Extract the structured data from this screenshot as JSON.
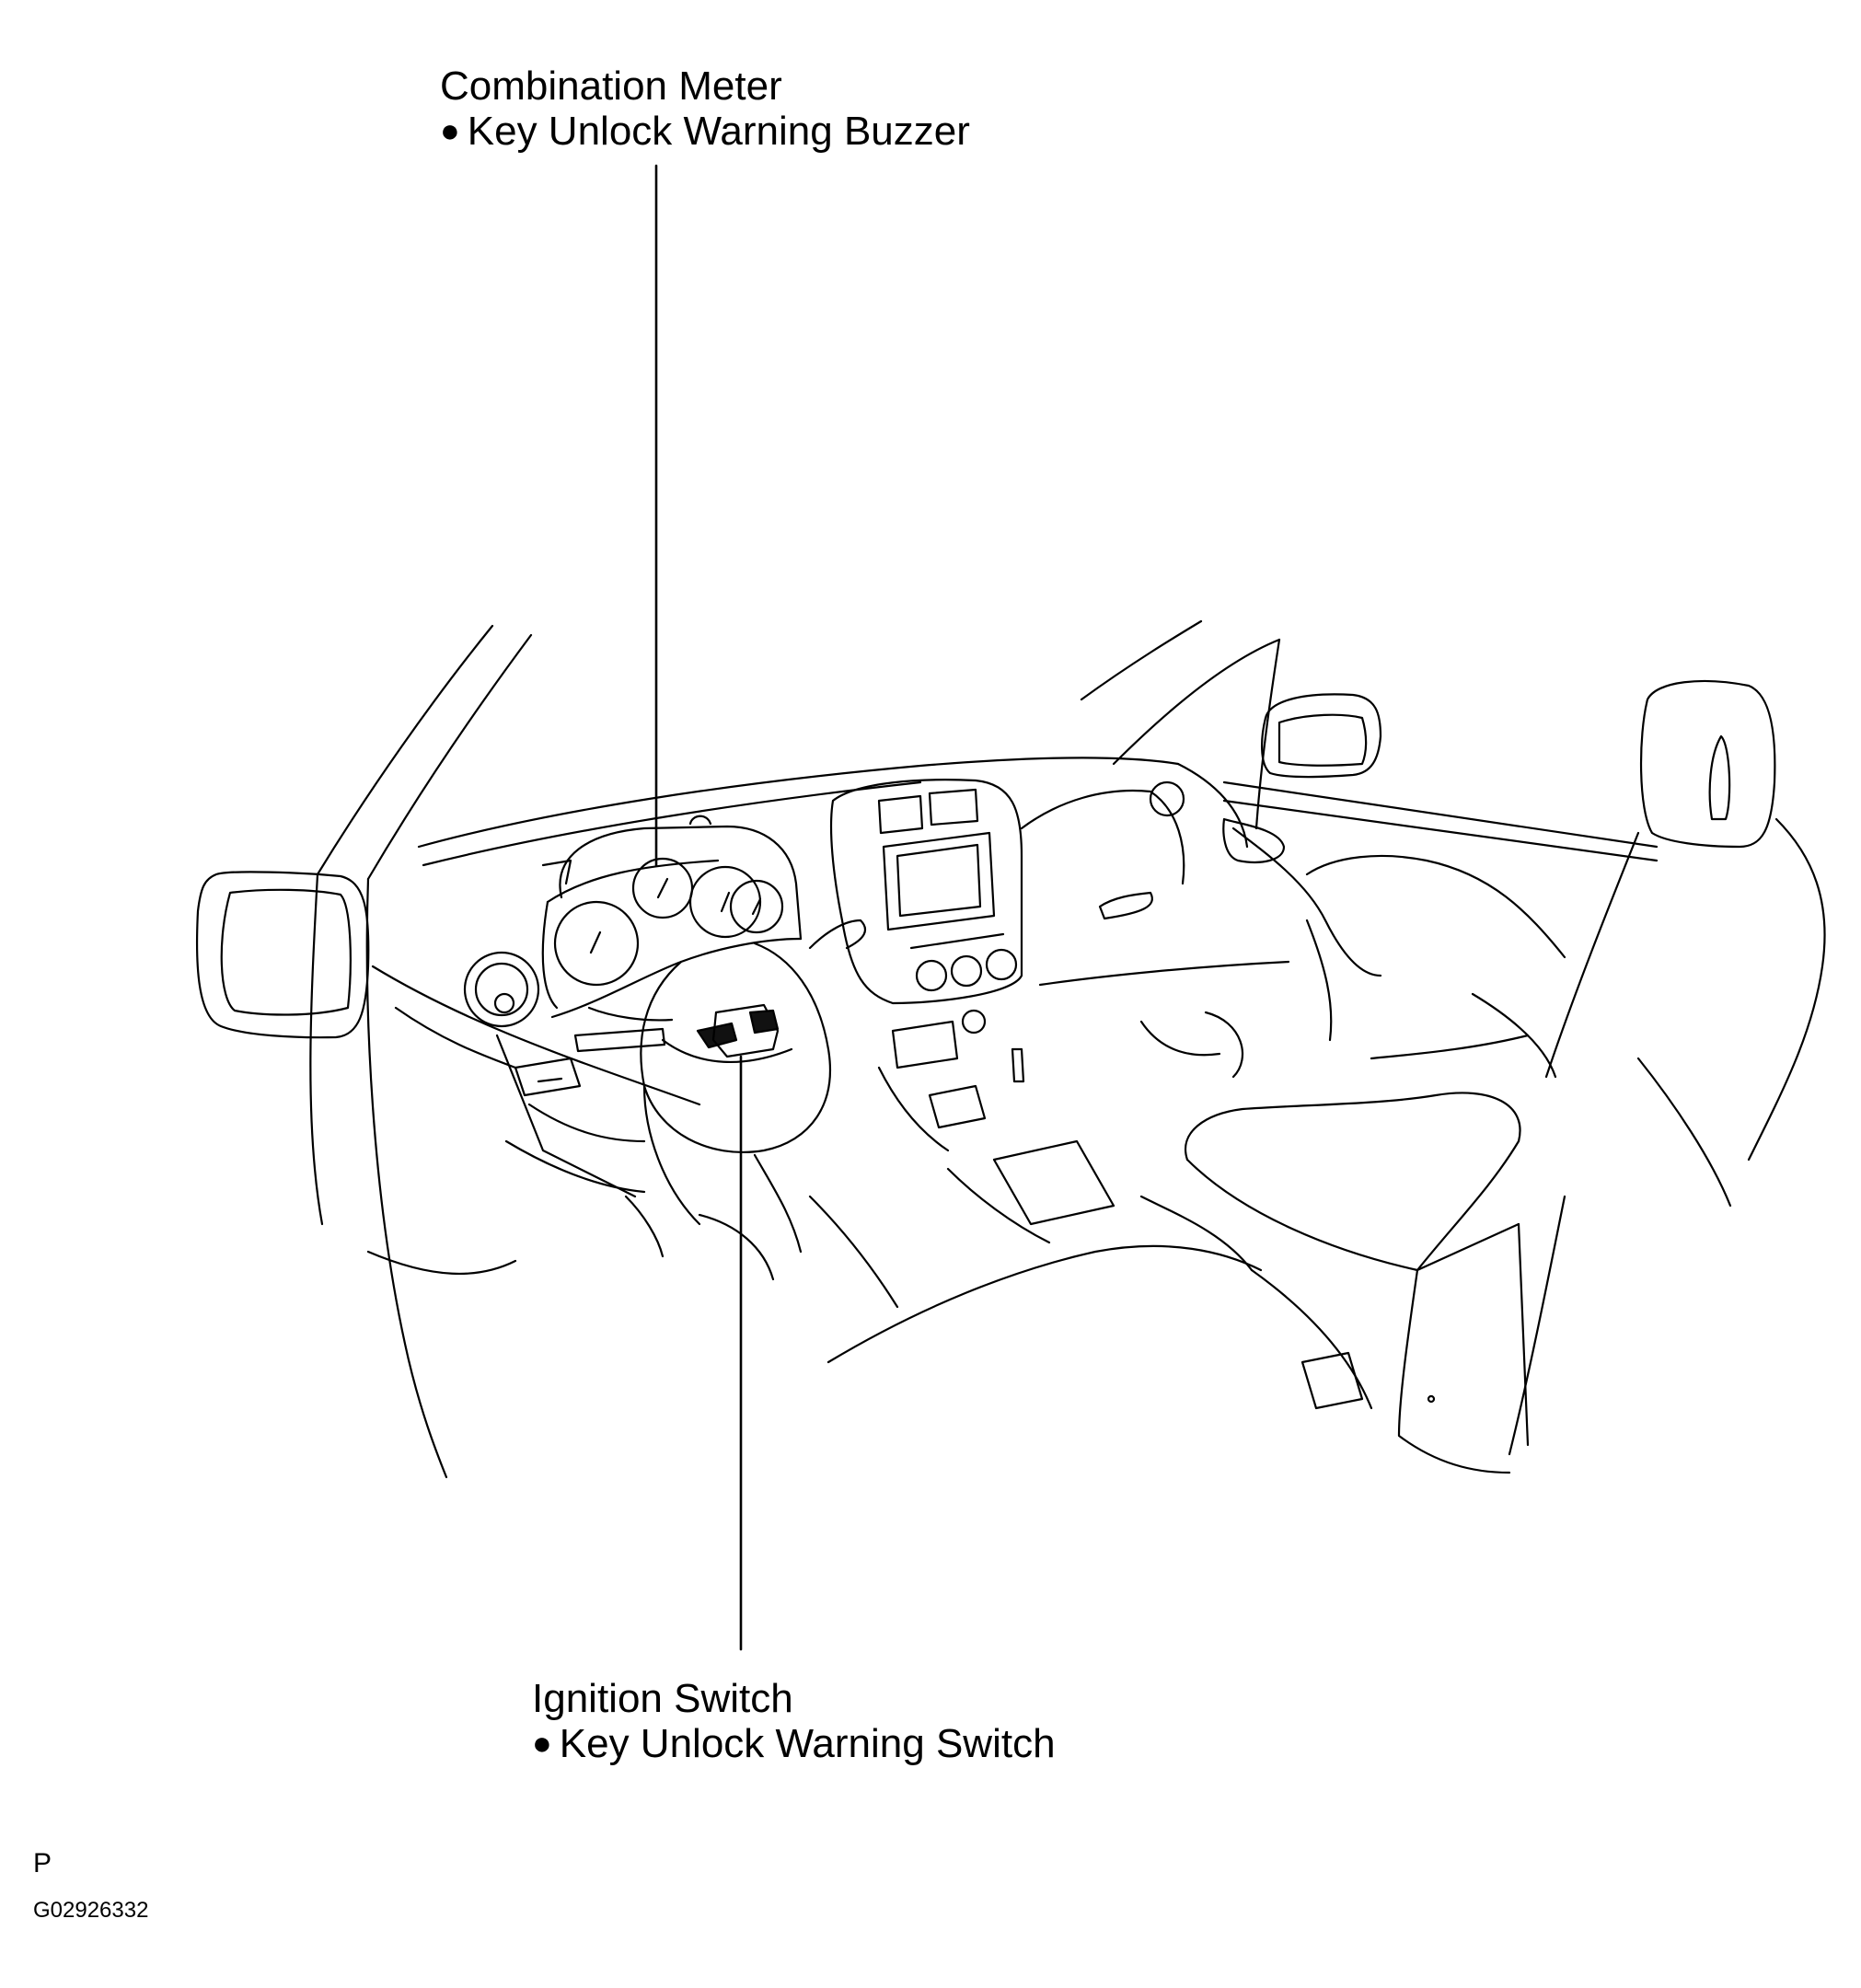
{
  "callouts": {
    "top": {
      "title": "Combination Meter",
      "bullet": "●",
      "item": "Key Unlock Warning Buzzer"
    },
    "bottom": {
      "title": "Ignition Switch",
      "bullet": "●",
      "item": "Key Unlock Warning Switch"
    }
  },
  "footer": {
    "page_code": "P",
    "figure_id": "G02926332"
  }
}
